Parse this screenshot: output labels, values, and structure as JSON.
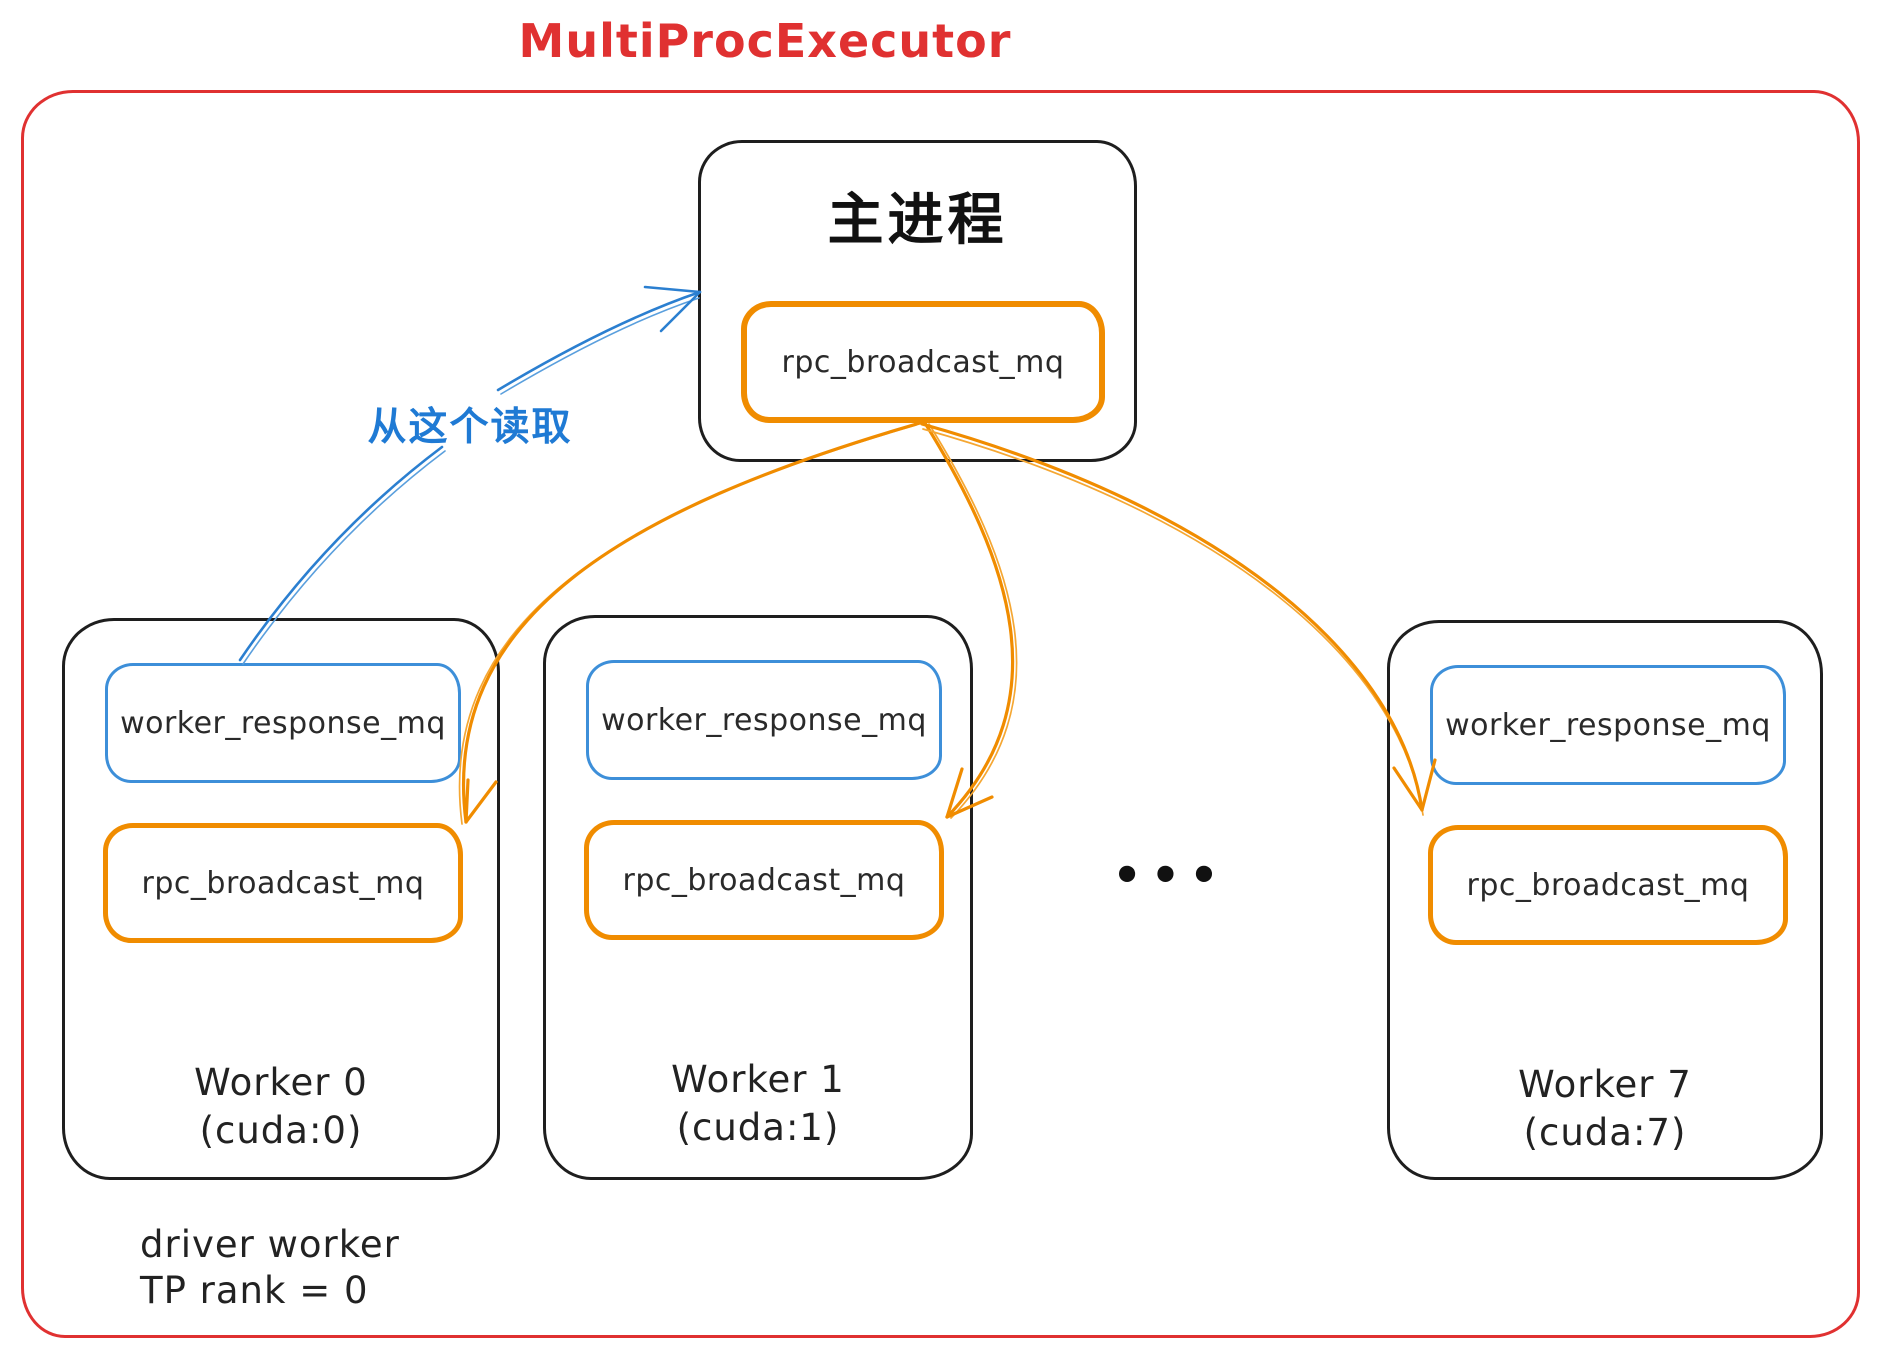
{
  "title": "MultiProcExecutor",
  "colors": {
    "boundary_red": "#e03131",
    "broadcast_orange": "#f08c00",
    "response_blue": "#3d8fd9",
    "annotation_blue": "#1f7ad4",
    "outline_black": "#1e1e1e"
  },
  "main_process": {
    "label": "主进程",
    "broadcast_queue": "rpc_broadcast_mq"
  },
  "read_label": "从这个读取",
  "workers": [
    {
      "name": "Worker 0",
      "device": "(cuda:0)",
      "response_queue": "worker_response_mq",
      "broadcast_queue": "rpc_broadcast_mq"
    },
    {
      "name": "Worker 1",
      "device": "(cuda:1)",
      "response_queue": "worker_response_mq",
      "broadcast_queue": "rpc_broadcast_mq"
    },
    {
      "name": "Worker 7",
      "device": "(cuda:7)",
      "response_queue": "worker_response_mq",
      "broadcast_queue": "rpc_broadcast_mq"
    }
  ],
  "ellipsis": "•••",
  "driver_note": {
    "line1": "driver worker",
    "line2": "TP rank = 0"
  }
}
